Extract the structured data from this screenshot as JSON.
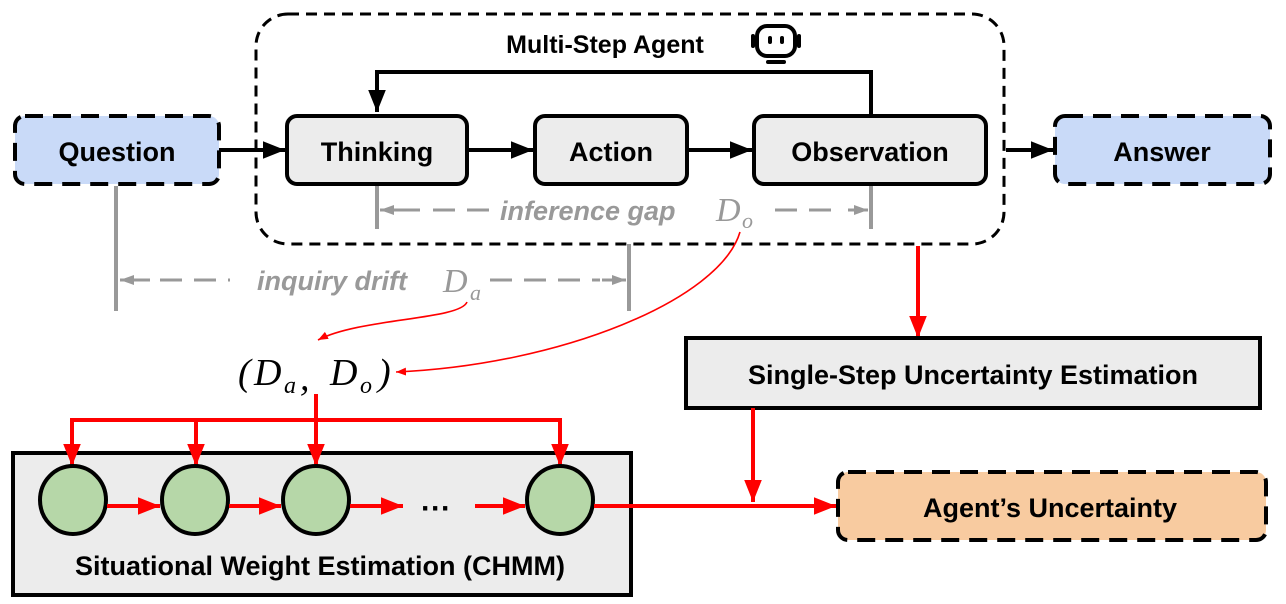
{
  "diagram": {
    "agent_group": {
      "title": "Multi-Step Agent",
      "icon": "robot-icon"
    },
    "nodes": {
      "question": "Question",
      "thinking": "Thinking",
      "action": "Action",
      "observation": "Observation",
      "answer": "Answer",
      "single_step": "Single-Step Uncertainty Estimation",
      "agents_uncertainty": "Agent’s Uncertainty",
      "chmm": "Situational Weight Estimation (CHMM)",
      "ellipsis": "···"
    },
    "annotations": {
      "inference_gap": "inference gap",
      "inference_gap_symbol": "D",
      "inference_gap_sub": "o",
      "inquiry_drift": "inquiry drift",
      "inquiry_drift_symbol": "D",
      "inquiry_drift_sub": "a",
      "tuple_open": "(",
      "tuple_d1": "D",
      "tuple_s1": "a",
      "tuple_comma": ",",
      "tuple_d2": "D",
      "tuple_s2": "o",
      "tuple_close": ")"
    },
    "colors": {
      "question_fill": "#c9daf8",
      "answer_fill": "#c9daf8",
      "step_fill": "#ececec",
      "uncertainty_fill": "#f8cba0",
      "chmm_node_fill": "#b6d7a8",
      "flow_red": "#ff0000",
      "annotation_gray": "#999999"
    }
  }
}
